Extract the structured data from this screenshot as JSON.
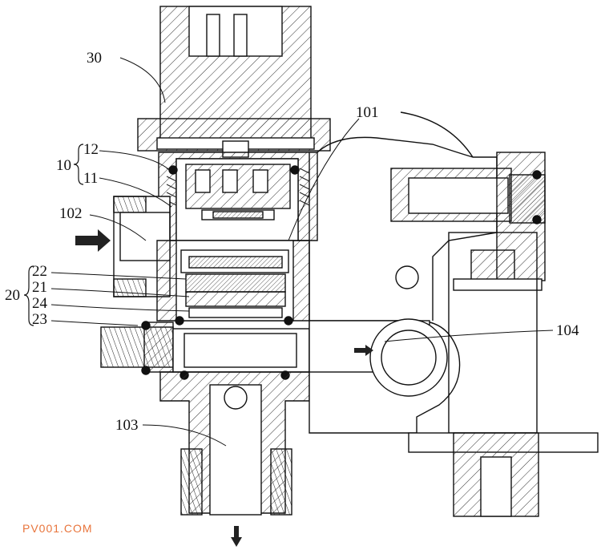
{
  "labels": {
    "l30": "30",
    "l101": "101",
    "l10": "10",
    "l12": "12",
    "l11": "11",
    "l102": "102",
    "l22": "22",
    "l20": "20",
    "l21": "21",
    "l24": "24",
    "l23": "23",
    "l104": "104",
    "l103": "103"
  },
  "watermark": "PV001.COM",
  "colors": {
    "line": "#111111",
    "hatch": "#333333",
    "watermark": "#e8743b",
    "background": "#ffffff"
  }
}
